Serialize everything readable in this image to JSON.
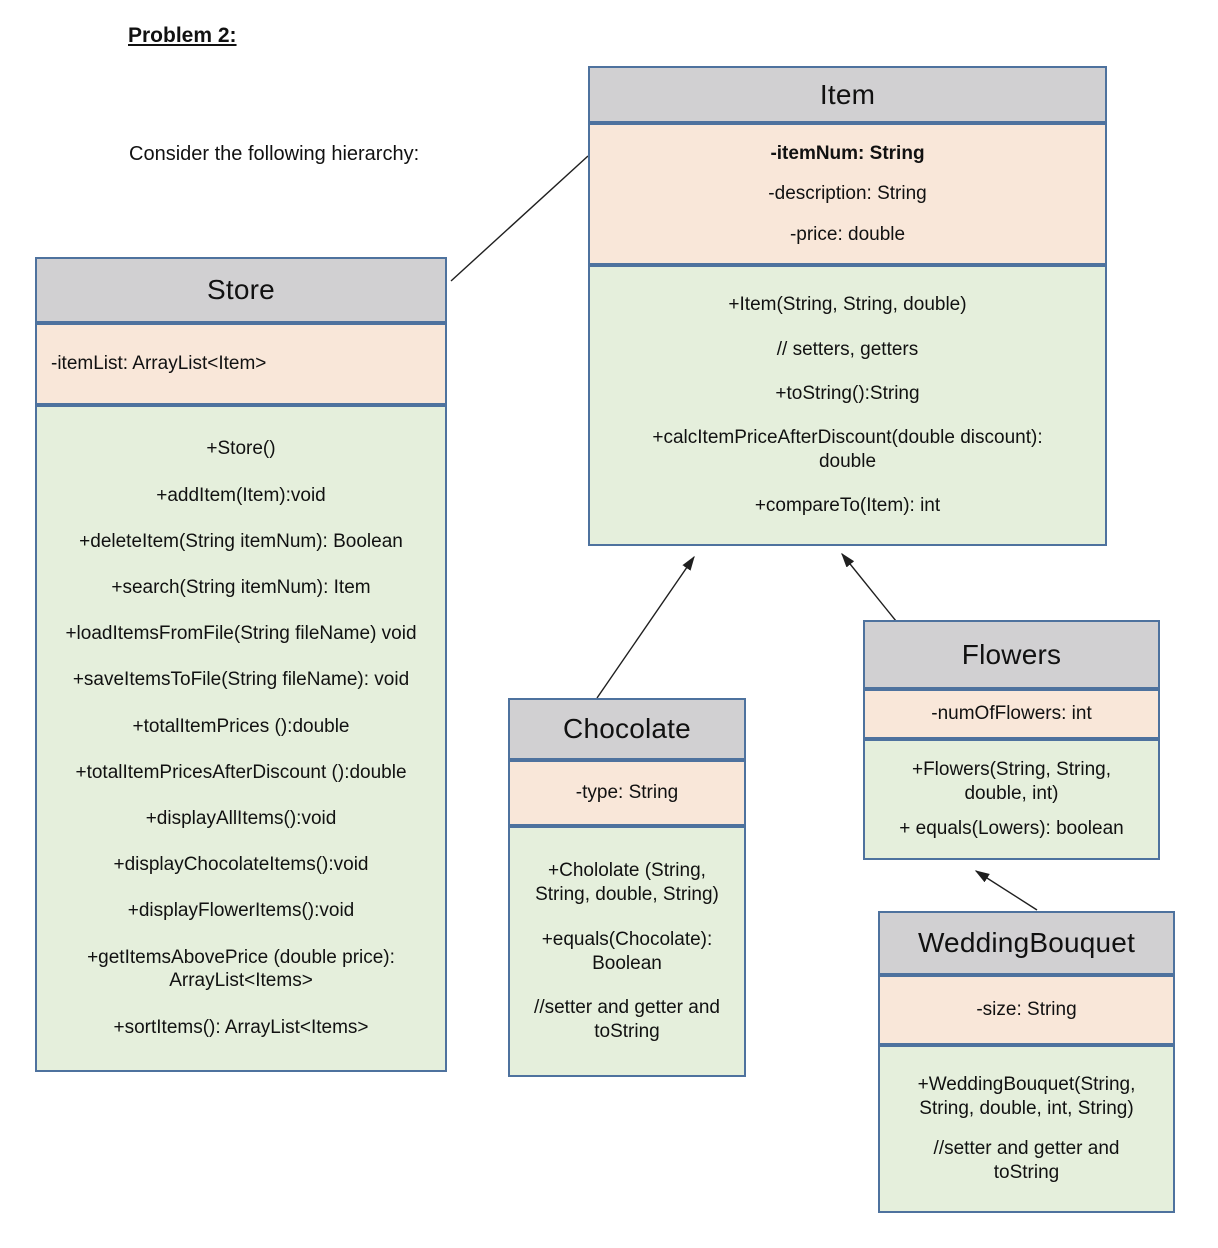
{
  "page": {
    "title": "Problem 2:",
    "subtitle": "Consider the following hierarchy:"
  },
  "colors": {
    "header_fill": "#d1d0d2",
    "attribute_fill": "#f9e7d9",
    "method_fill": "#e5efdc",
    "border": "#4e729e",
    "arrow": "#1f1f1f"
  },
  "classes": {
    "item": {
      "name": "Item",
      "attributes": [
        "-itemNum: String",
        "-description: String",
        "-price: double"
      ],
      "methods": [
        "+Item(String, String,  double)",
        "// setters, getters",
        "+toString():String",
        "+calcItemPriceAfterDiscount(double discount): double",
        "+compareTo(Item): int"
      ]
    },
    "store": {
      "name": "Store",
      "attributes": [
        "-itemList: ArrayList<Item>"
      ],
      "methods": [
        "+Store()",
        "+addItem(Item):void",
        "+deleteItem(String itemNum): Boolean",
        "+search(String itemNum): Item",
        "+loadItemsFromFile(String fileName) void",
        "+saveItemsToFile(String fileName): void",
        "+totalItemPrices ():double",
        "+totalItemPricesAfterDiscount ():double",
        "+displayAllItems():void",
        "+displayChocolateItems():void",
        "+displayFlowerItems():void",
        "+getItemsAbovePrice (double price): ArrayList<Items>",
        "+sortItems(): ArrayList<Items>"
      ]
    },
    "chocolate": {
      "name": "Chocolate",
      "attributes": [
        "-type: String"
      ],
      "methods": [
        "+Chololate (String, String, double, String)",
        "+equals(Chocolate): Boolean",
        "//setter and getter and toString"
      ]
    },
    "flowers": {
      "name": "Flowers",
      "attributes": [
        "-numOfFlowers: int"
      ],
      "methods": [
        "+Flowers(String, String, double, int)",
        "+ equals(Lowers): boolean"
      ]
    },
    "wedding_bouquet": {
      "name": "WeddingBouquet",
      "attributes": [
        "-size: String"
      ],
      "methods": [
        "+WeddingBouquet(String, String, double, int, String)",
        "//setter and getter and toString"
      ]
    }
  },
  "relationships": [
    {
      "from": "Store",
      "to": "Item",
      "type": "association"
    },
    {
      "from": "Chocolate",
      "to": "Item",
      "type": "generalization"
    },
    {
      "from": "Flowers",
      "to": "Item",
      "type": "generalization"
    },
    {
      "from": "WeddingBouquet",
      "to": "Flowers",
      "type": "generalization"
    }
  ]
}
